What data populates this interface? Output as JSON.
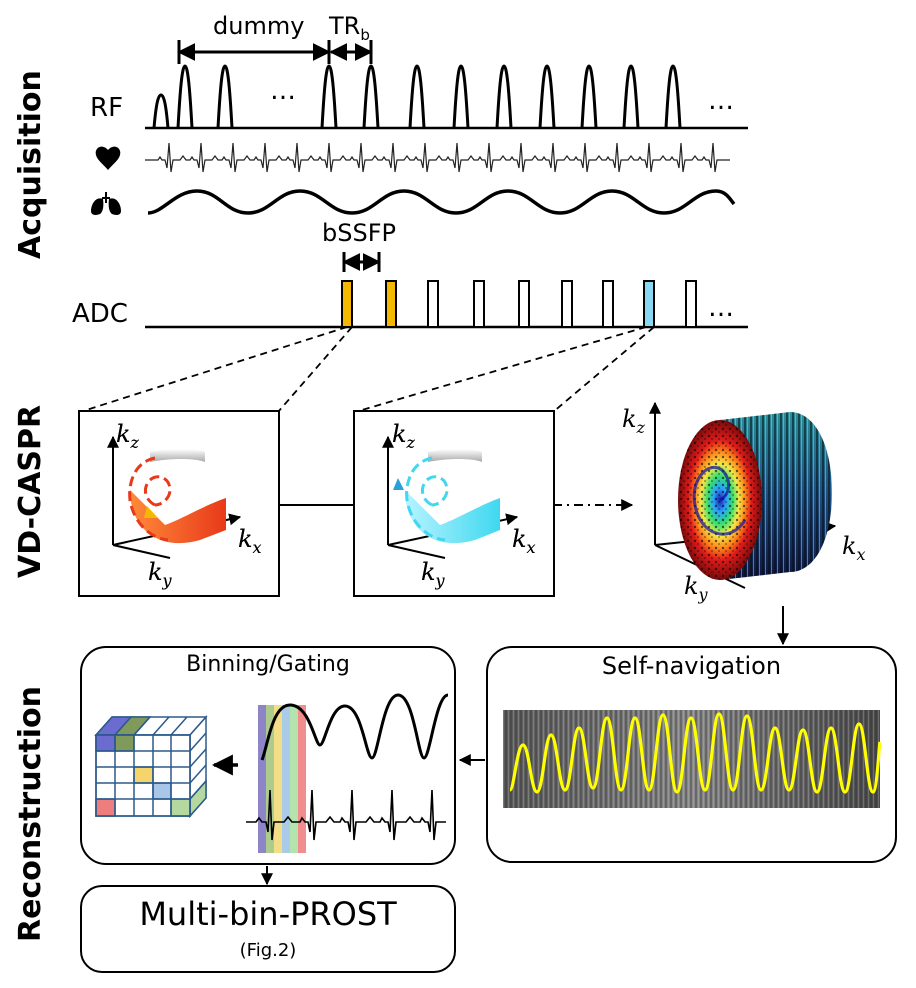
{
  "sections": {
    "acquisition": "Acquisition",
    "vdcaspr": "VD-CASPR",
    "reconstruction": "Reconstruction"
  },
  "acquisition": {
    "dummy_label": "dummy",
    "tr_label": "TR",
    "tr_sub": "b",
    "rf_label": "RF",
    "ellipsis": "…",
    "bssfp_label": "bSSFP",
    "adc_label": "ADC",
    "heart_icon": "heart-icon",
    "lungs_icon": "lungs-icon"
  },
  "kspace": {
    "kz": "k",
    "kz_sub": "z",
    "kx": "k",
    "kx_sub": "x",
    "ky": "k",
    "ky_sub": "y"
  },
  "reconstruction": {
    "binning_title": "Binning/Gating",
    "selfnav_title": "Self-navigation",
    "prost_title": "Multi-bin-PROST",
    "prost_ref": "(Fig.2)"
  },
  "colors": {
    "adc_orange": "#f5b800",
    "adc_cyan": "#87d8f0",
    "nav_yellow": "#ffff00",
    "red_trajectory": "#e8391a",
    "cyan_trajectory": "#3fd8f0"
  }
}
